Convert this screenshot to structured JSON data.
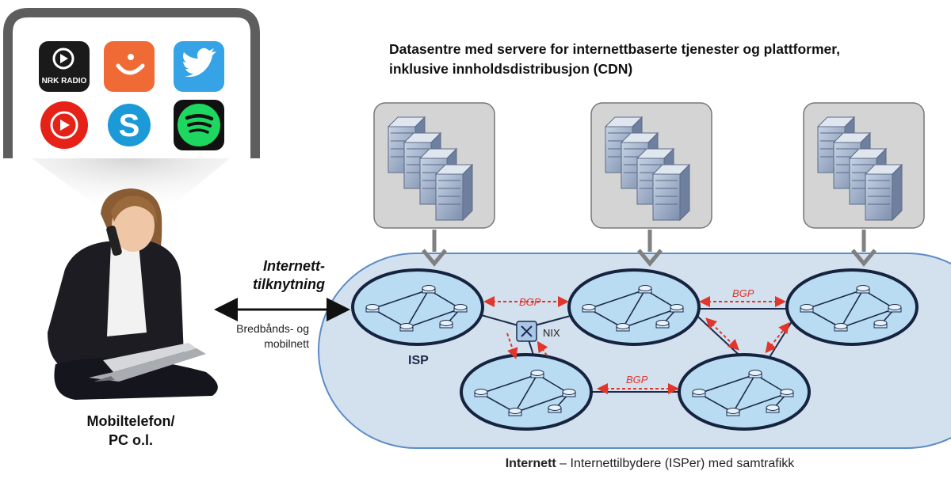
{
  "title": {
    "line1": "Datasentre med servere for internettbaserte tjenester og plattformer,",
    "line2": "inklusive innholdsdistribusjon (CDN)"
  },
  "device": {
    "line1": "Mobiltelefon/",
    "line2": "PC o.l."
  },
  "connection": {
    "line1": "Internett-",
    "line2": "tilknytning"
  },
  "network_type": {
    "line1": "Bredbånds- og",
    "line2": "mobilnett"
  },
  "isp_label": "ISP",
  "nix_label": "NIX",
  "bgp_label": "BGP",
  "caption": {
    "bold": "Internett",
    "rest": " – Internettilbydere (ISPer) med samtrafikk"
  },
  "nrk_logo_text": "NRK RADIO",
  "apps": [
    "nrk-radio-icon",
    "vipps-icon",
    "twitter-icon",
    "youtube-music-icon",
    "skype-icon",
    "spotify-icon"
  ],
  "colors": {
    "cloud_fill": "#d3e0ee",
    "cloud_stroke": "#5b8cc8",
    "isp_fill": "#b9dcf2",
    "isp_stroke": "#15233f",
    "bgp_red": "#e0362b",
    "arrow_gray": "#808080"
  }
}
